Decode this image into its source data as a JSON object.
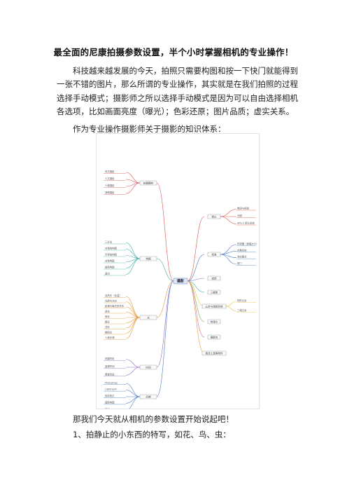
{
  "article": {
    "title": "最全面的尼康拍摄参数设置，半个小时掌握相机的专业操作！",
    "para1": "科技越来越发展的今天，拍照只需要构图和按一下快门就能得到一张不错的图片，那么所谓的专业操作，其实就是在我们拍照的过程选择手动模式；摄影师之所以选择手动模式是因为可以自由选择相机各选项，比如画面亮度（曝光）；色彩还原；图片品质；虚实关系。",
    "para2": "作为专业操作摄影师关于摄影的知识体系：",
    "para3": "那我们今天就从相机的参数设置开始说起吧！",
    "para4": "1、拍静止的小东西的特写，如花、鸟、虫："
  },
  "mindmap": {
    "center": "摄影",
    "left_branches": [
      {
        "label": "拍摄题材",
        "children": [
          "风光摄影",
          "人文摄影",
          "人像摄影",
          "静物摄影"
        ]
      },
      {
        "label": "构图",
        "children": [
          "三分法",
          "对角线构图",
          "引导线构图",
          "对称构图",
          "框架构图",
          "留白"
        ]
      },
      {
        "label": "光",
        "children": [
          "自然光（色温）",
          "光质与方向",
          "影调与曝光的关系",
          "逆光",
          "侧光",
          "顺光",
          "顶光",
          "散射光",
          "人造光源"
        ]
      },
      {
        "label": "时间",
        "children": [
          "拍摄时机",
          "蓝调时刻",
          "黄金时段"
        ]
      },
      {
        "label": "后期",
        "children": [
          "Photoshop",
          "Lightroom",
          "色彩校正",
          "裁剪构图",
          "输出"
        ]
      }
    ],
    "right_branches": [
      {
        "label": "镜头",
        "children": [
          "焦段与视角",
          "光圈",
          "APS-C 镜头系统"
        ]
      },
      {
        "label": "机身",
        "children": [
          "传感器（画幅大小）",
          "对焦系统",
          "测光模式",
          "快门"
        ]
      },
      {
        "label": "滤镜"
      },
      {
        "label": "三脚架"
      },
      {
        "label": "云台与快装系统",
        "children": [
          "球形云台",
          "三维云台"
        ]
      },
      {
        "label": "存储卡"
      },
      {
        "label": "摄影包"
      },
      {
        "label": "清洁工具等附件"
      }
    ],
    "colors": {
      "red": "#d9534f",
      "teal": "#3fa9a3",
      "purple": "#8e6bbf",
      "blue": "#4a78c2",
      "orange": "#e39b3b",
      "green": "#6ab04c",
      "pink": "#d46a9a",
      "yellow": "#e6c43a"
    }
  }
}
